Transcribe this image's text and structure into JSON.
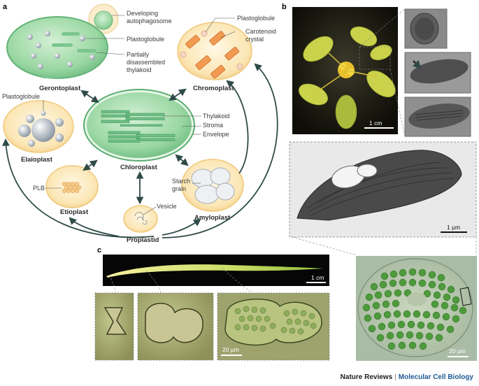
{
  "panels": {
    "a": "a",
    "b": "b",
    "c": "c"
  },
  "a": {
    "gerontoplast": {
      "name": "Gerontoplast",
      "labels": [
        "Developing",
        "autophagosome",
        "Plastoglobule",
        "Partially",
        "disassembled",
        "thylakoid"
      ]
    },
    "chromoplast": {
      "name": "Chromoplast",
      "labels": [
        "Plastoglobule",
        "Carotenoid",
        "crystal"
      ]
    },
    "elaioplast": {
      "name": "Elaioplast",
      "labels": [
        "Plastoglobule"
      ]
    },
    "chloroplast": {
      "name": "Chloroplast",
      "labels": [
        "Thylakoid",
        "Stroma",
        "Envelope"
      ]
    },
    "etioplast": {
      "name": "Etioplast",
      "labels": [
        "PLB"
      ]
    },
    "amyloplast": {
      "name": "Amyloplast",
      "labels": [
        "Starch",
        "grain"
      ]
    },
    "proplastid": {
      "name": "Proplastid",
      "labels": [
        "Vesicle"
      ]
    }
  },
  "b": {
    "scale_plant": "1 cm",
    "scale_em": "1 µm"
  },
  "c": {
    "scale_leaf": "1 cm",
    "scale_cells": "20 µm",
    "scale_protoplast": "20 µm"
  },
  "footer": {
    "journal": "Nature Reviews",
    "separator": "|",
    "subjournal": "Molecular Cell Biology"
  },
  "colors": {
    "plastid_fill": "#fbe7b8",
    "plastid_edge": "#f2cd84",
    "chloroplast_green": "#7cc58f",
    "arrow": "#2f4b48",
    "subjournal": "#1f5a96"
  }
}
